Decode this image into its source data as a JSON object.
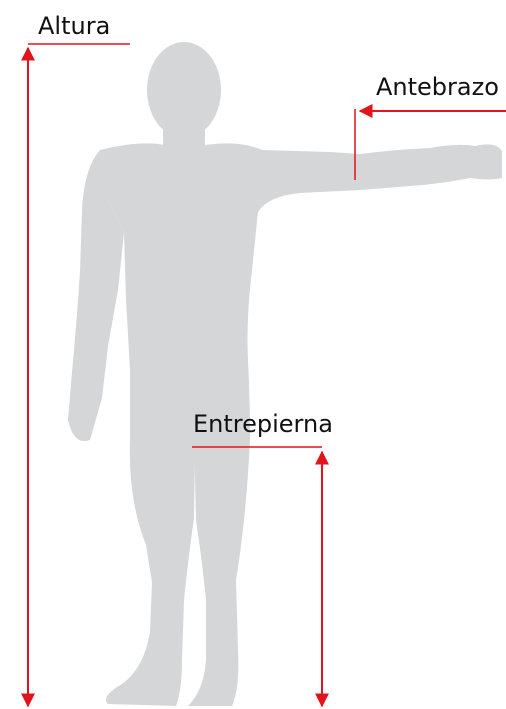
{
  "labels": {
    "height": "Altura",
    "forearm": "Antebrazo",
    "inseam": "Entrepierna"
  },
  "colors": {
    "accent": "#e3131b",
    "silhouette": "#d5d6d7",
    "text": "#111111",
    "background": "#ffffff"
  }
}
